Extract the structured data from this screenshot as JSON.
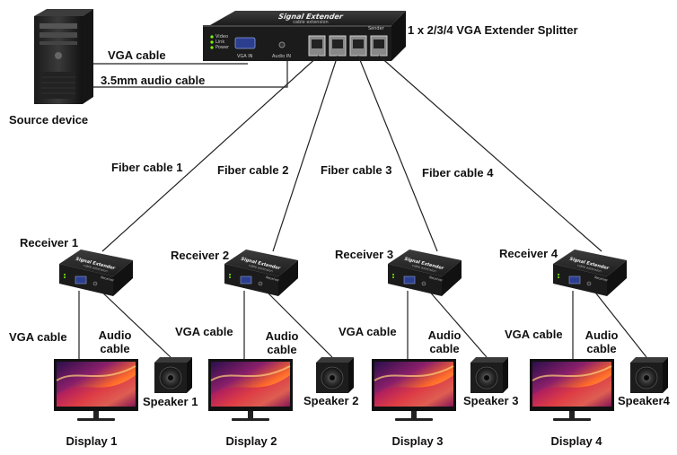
{
  "splitter": {
    "title": "1 x 2/3/4 VGA Extender Splitter",
    "brand": "Signal Extender",
    "subtitle": "cable extension",
    "tag": "Sender",
    "leds": [
      "Video",
      "Link",
      "Power"
    ],
    "port_labels": [
      "VGA IN",
      "Audio IN"
    ]
  },
  "source": {
    "label": "Source device",
    "vga_cable": "VGA cable",
    "audio_cable": "3.5mm audio cable"
  },
  "fiber_labels": [
    "Fiber cable 1",
    "Fiber cable 2",
    "Fiber cable 3",
    "Fiber cable 4"
  ],
  "receiver_device": {
    "brand": "Signal Extender",
    "subtitle": "cable extension",
    "tag": "Receiver"
  },
  "receivers": [
    {
      "label": "Receiver 1",
      "vga": "VGA cable",
      "audio_1": "Audio",
      "audio_2": "cable",
      "speaker": "Speaker 1",
      "display": "Display 1"
    },
    {
      "label": "Receiver 2",
      "vga": "VGA cable",
      "audio_1": "Audio",
      "audio_2": "cable",
      "speaker": "Speaker 2",
      "display": "Display 2"
    },
    {
      "label": "Receiver 3",
      "vga": "VGA cable",
      "audio_1": "Audio",
      "audio_2": "cable",
      "speaker": "Speaker 3",
      "display": "Display 3"
    },
    {
      "label": "Receiver 4",
      "vga": "VGA cable",
      "audio_1": "Audio",
      "audio_2": "cable",
      "speaker": "Speaker4",
      "display": "Display 4"
    }
  ]
}
